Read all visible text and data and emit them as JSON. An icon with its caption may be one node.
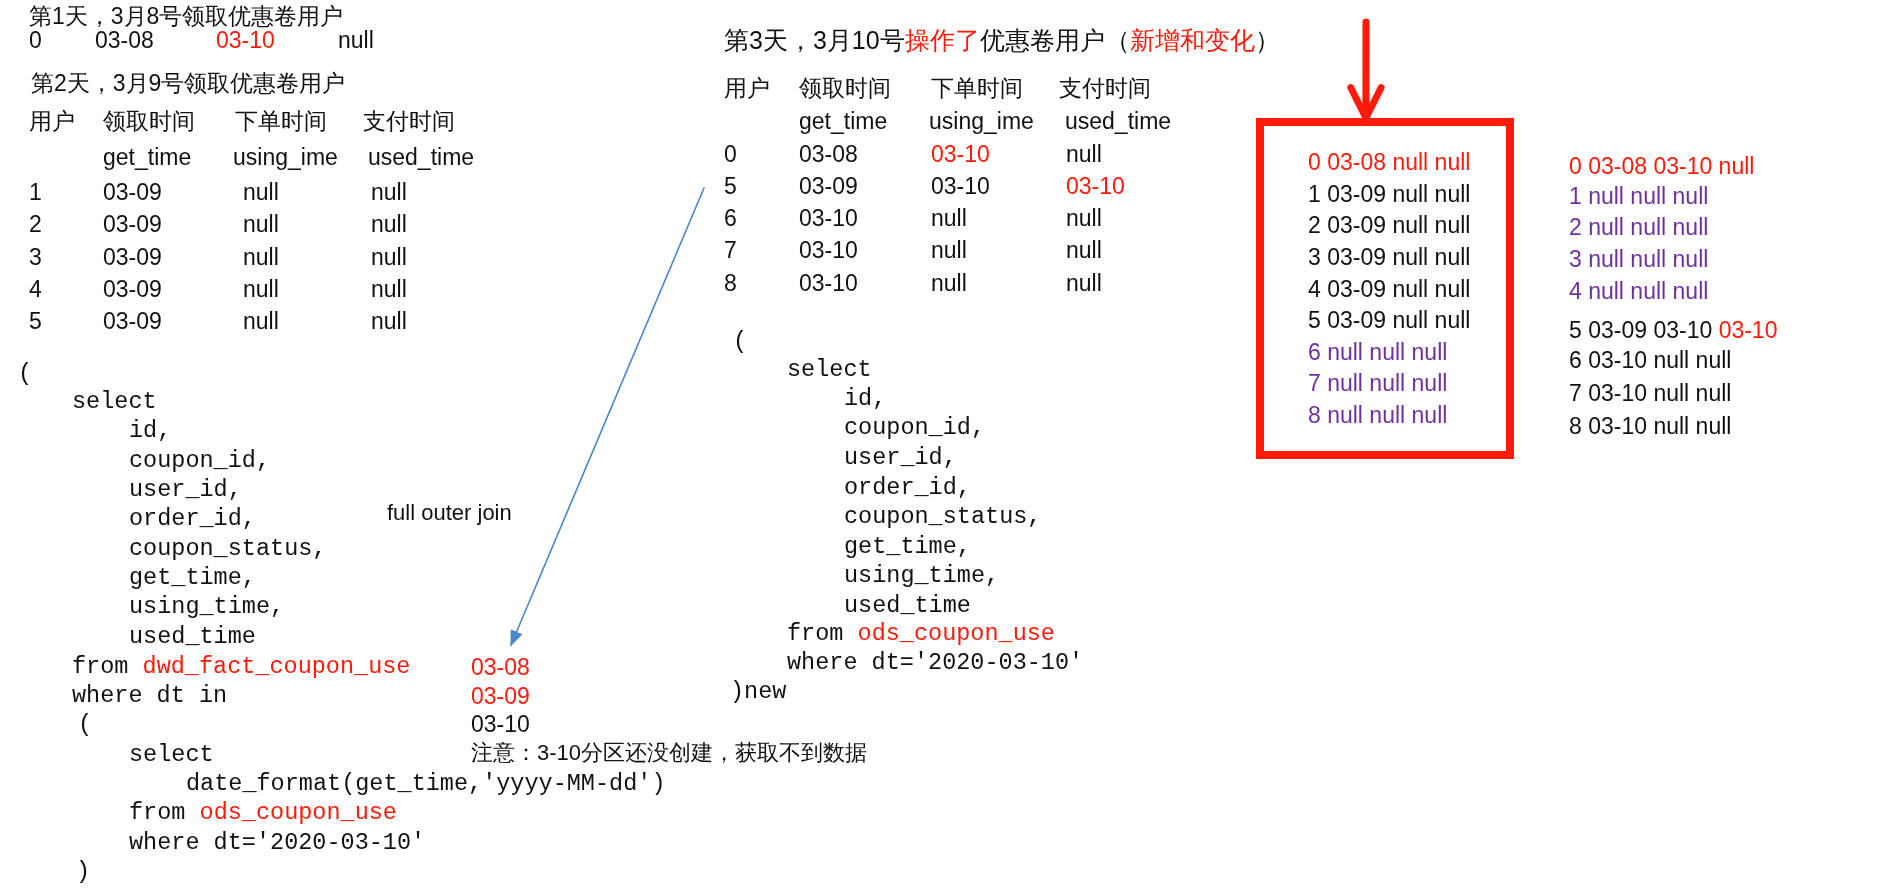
{
  "diagram": {
    "nodes": [
      {
        "text": [
          "用户",
          "领取时间",
          "下单时间",
          "支付时间",
          "get_time",
          "using_ime",
          "used_time",
          "0",
          "03-08",
          "03-10",
          "null",
          "5",
          "03-09",
          "03-10",
          "03-10",
          "6",
          "03-10",
          "null",
          "null",
          "7",
          "03-10",
          "null",
          "null",
          "8",
          "03-10",
          "null",
          "null"
        ]
      },
      {
        "text": [
          "03-08",
          "03-09",
          "03-10"
        ]
      },
      {
        "text": [
          "0 03-08 null null",
          "1 03-09 null null",
          "2 03-09 null null",
          "3 03-09 null null",
          "4 03-09 null null",
          "5 03-09 null null",
          "6 null null null",
          "7 null null null",
          "8 null null null"
        ]
      }
    ],
    "edges": [
      {
        "from": 0,
        "to": 1,
        "arrow": "to",
        "label": "full outer join",
        "color": "#4a86c8"
      },
      {
        "from": null,
        "to": 2,
        "arrow": "to",
        "style": "thick",
        "color": "#ff1a0a"
      }
    ],
    "labels": [
      "第1天，3月8号领取优惠卷用户",
      "0",
      "03-08",
      "03-10",
      "null",
      "第2天，3月9号领取优惠卷用户",
      "用户",
      "领取时间",
      "下单时间",
      "支付时间",
      "get_time",
      "using_ime",
      "used_time",
      "1",
      "03-09",
      "null",
      "null",
      "2",
      "03-09",
      "null",
      "null",
      "3",
      "03-09",
      "null",
      "null",
      "4",
      "03-09",
      "null",
      "null",
      "5",
      "03-09",
      "null",
      "null",
      "(",
      "select",
      "id,",
      "coupon_id,",
      "user_id,",
      "order_id,",
      "coupon_status,",
      "get_time,",
      "using_time,",
      "used_time",
      "from",
      "dwd_fact_coupon_use",
      "where dt in",
      "(",
      "select",
      "date_format(get_time,'yyyy-MM-dd')",
      "from",
      "ods_coupon_use",
      "where dt='2020-03-10'",
      ")",
      "注意：3-10分区还没创建，获取不到数据",
      "第3天，3月10号",
      "操作了",
      "优惠卷用户（",
      "新增和变化",
      "）",
      "(",
      "select",
      "id,",
      "coupon_id,",
      "user_id,",
      "order_id,",
      "coupon_status,",
      "get_time,",
      "using_time,",
      "used_time",
      "from",
      "ods_coupon_use",
      "where dt='2020-03-10'",
      ")new",
      "0 03-08 03-10 null",
      "1 null null null",
      "2 null null null",
      "3 null null null",
      "4 null null null",
      "5 03-09 03-10",
      "03-10",
      "6 03-10 null null",
      "7 03-10 null null",
      "8 03-10 null null"
    ]
  }
}
